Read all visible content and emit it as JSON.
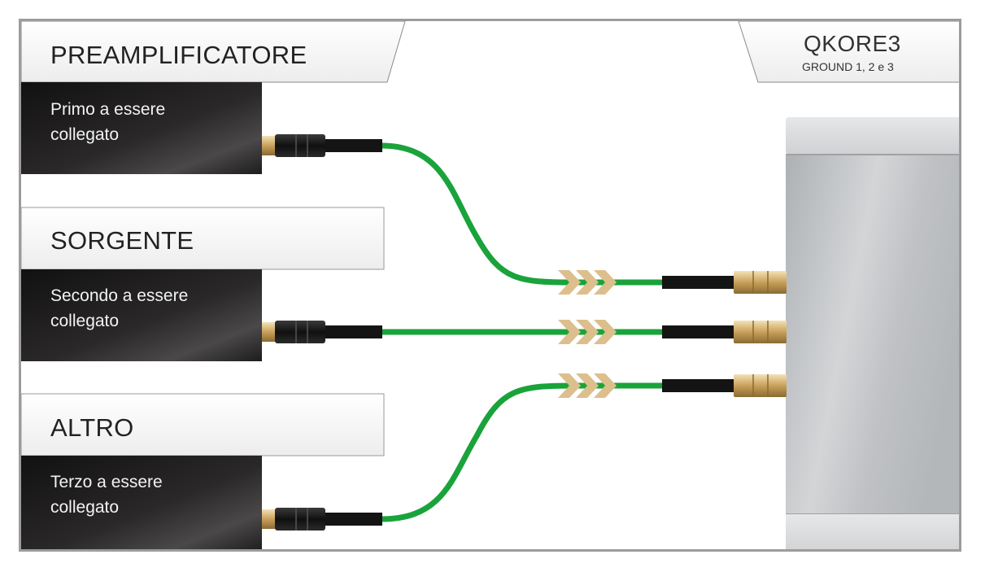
{
  "header": {
    "preamp_title": "PREAMPLIFICATORE",
    "brand_title": "QKORE3",
    "brand_subtitle": "GROUND 1, 2 e 3"
  },
  "devices": [
    {
      "title": "",
      "order_line1": "Primo a essere",
      "order_line2": "collegato"
    },
    {
      "title": "SORGENTE",
      "order_line1": "Secondo a essere",
      "order_line2": "collegato"
    },
    {
      "title": "ALTRO",
      "order_line1": "Terzo a essere",
      "order_line2": "collegato"
    }
  ],
  "colors": {
    "cable_green": "#1aa33b",
    "chevron_gold": "#dcbf8c",
    "device_dark": "#1e1c1d",
    "connector_gold": "#c9a86a",
    "unit_silver": "#c4c6c8"
  }
}
